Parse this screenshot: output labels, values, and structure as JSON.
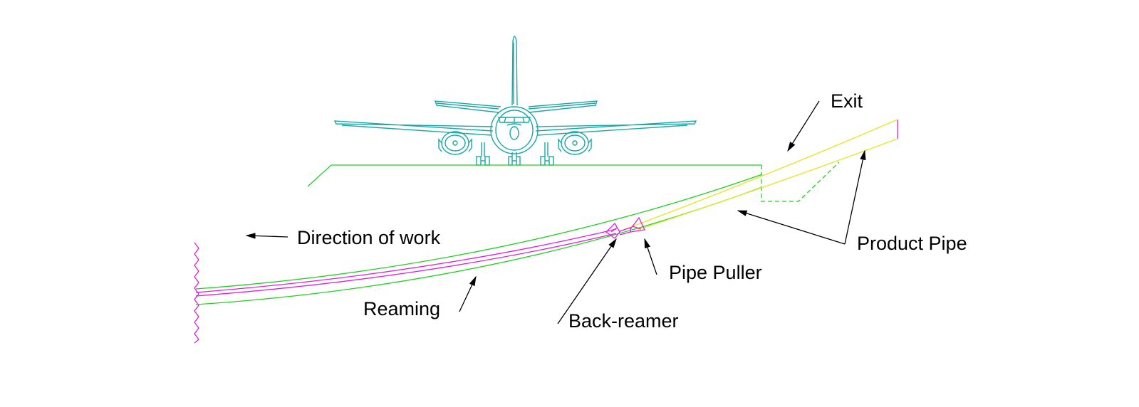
{
  "labels": {
    "exit": "Exit",
    "direction_of_work": "Direction of work",
    "product_pipe": "Product Pipe",
    "pipe_puller": "Pipe Puller",
    "reaming": "Reaming",
    "back_reamer": "Back-reamer"
  },
  "colors": {
    "aircraft": "#1aa7a7",
    "ground_and_bore": "#1fd21f",
    "product_pipe": "#e6e62a",
    "reamer_and_wall": "#e01ee0",
    "arrows_and_text": "#000000"
  },
  "icons": {
    "aircraft": "airplane-front-view-icon"
  }
}
